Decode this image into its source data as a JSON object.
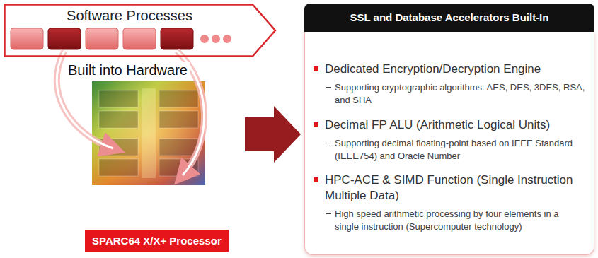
{
  "diagram": {
    "nodes": [
      {
        "text": [
          "Software Processes"
        ]
      },
      {
        "text": [
          "SPARC64 X/X+ Processor"
        ]
      },
      {
        "text": [
          "SSL and Database Accelerators Built-In",
          "Dedicated Encryption/Decryption Engine",
          "Supporting cryptographic algorithms: AES, DES, 3DES, RSA, and SHA",
          "Decimal FP ALU (Arithmetic Logical Units)",
          "Supporting decimal floating-point based on IEEE Standard (IEEE754) and Oracle Number",
          "HPC-ACE & SIMD Function (Single Instruction Multiple Data)",
          "High speed arithmetic processing by four elements in a single instruction (Supercomputer technology)"
        ]
      }
    ],
    "labels": [
      "Built into Hardware"
    ]
  }
}
